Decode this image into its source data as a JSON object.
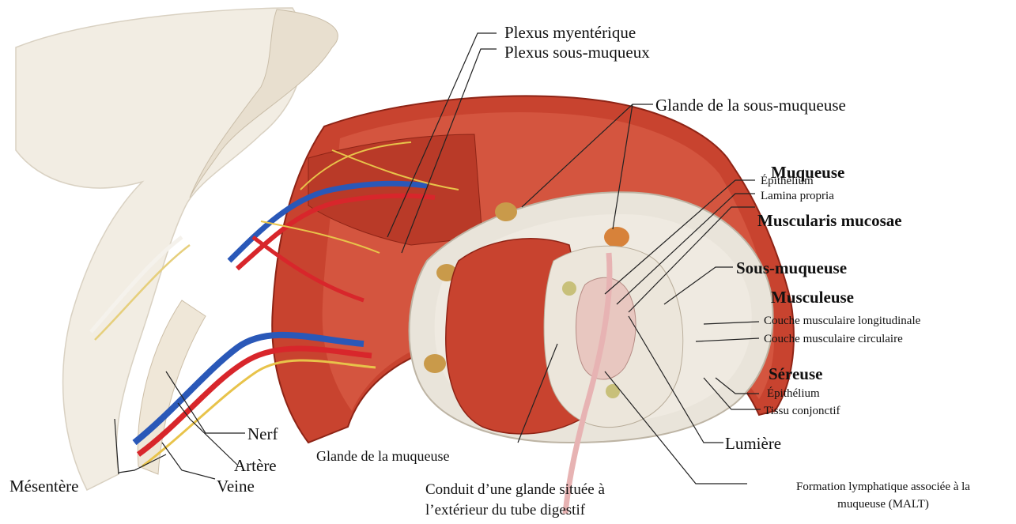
{
  "labels": {
    "plexus_myenterique": "Plexus myentérique",
    "plexus_sous_muqueux": "Plexus sous-muqueux",
    "glande_sous_muqueuse": "Glande de la sous-muqueuse",
    "muqueuse": "Muqueuse",
    "epithelium_muqueuse": "Épithélium",
    "lamina_propria": "Lamina propria",
    "muscularis_mucosae": "Muscularis mucosae",
    "sous_muqueuse": "Sous-muqueuse",
    "musculeuse": "Musculeuse",
    "couche_longitudinale": "Couche musculaire longitudinale",
    "couche_circulaire": "Couche musculaire circulaire",
    "sereuse": "Séreuse",
    "epithelium_sereuse": "Épithélium",
    "tissu_conjonctif": "Tissu conjonctif",
    "lumiere": "Lumière",
    "nerf": "Nerf",
    "artere": "Artère",
    "veine": "Veine",
    "mesentere": "Mésentère",
    "glande_muqueuse": "Glande de la muqueuse",
    "conduit_line1": "Conduit d’une glande située à",
    "conduit_line2": "l’extérieur du tube digestif",
    "malt_line1": "Formation lymphatique associée à la",
    "malt_line2": "muqueuse (MALT)"
  },
  "colors": {
    "muscle": "#c8432f",
    "muscle_dark": "#9e2a1c",
    "submucosa": "#e9e4da",
    "mesentery": "#f1ece2",
    "artery": "#d8262b",
    "vein": "#2a58b8",
    "nerve": "#e8c34a",
    "lumen": "#e8c7c0",
    "leader_line": "#222222"
  }
}
